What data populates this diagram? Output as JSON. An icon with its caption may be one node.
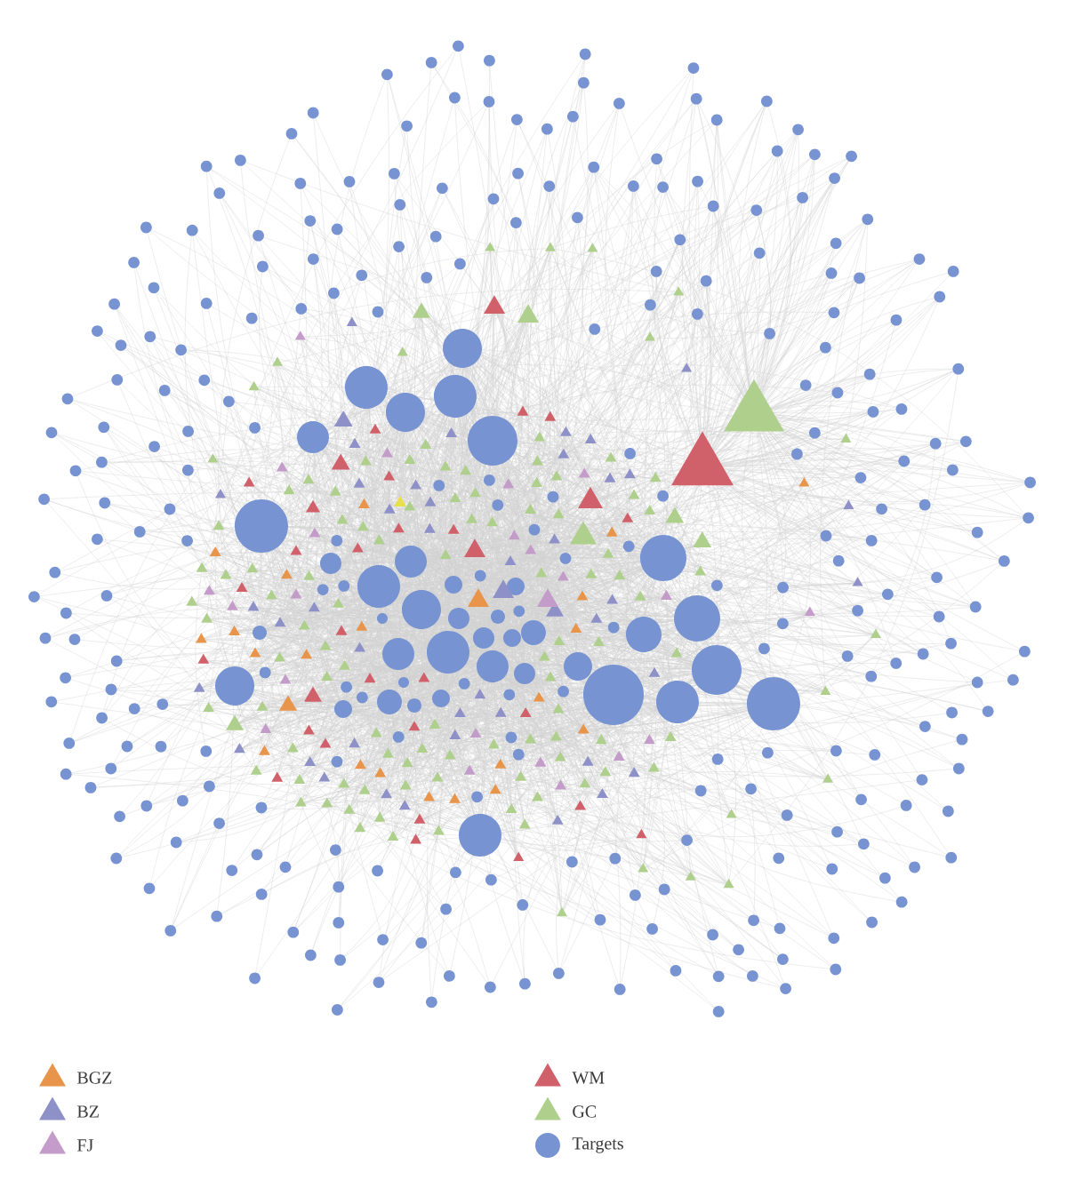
{
  "diagram": {
    "legend": [
      {
        "text": "BGZ",
        "color": "#e8944a"
      },
      {
        "text": "BZ",
        "color": "#8e90c8"
      },
      {
        "text": "FJ",
        "color": "#c49cc9"
      },
      {
        "text": "WM",
        "color": "#d0606a"
      },
      {
        "text": "GC",
        "color": "#afd08c"
      },
      {
        "text": "Targets",
        "color": "#7793d1"
      }
    ]
  }
}
